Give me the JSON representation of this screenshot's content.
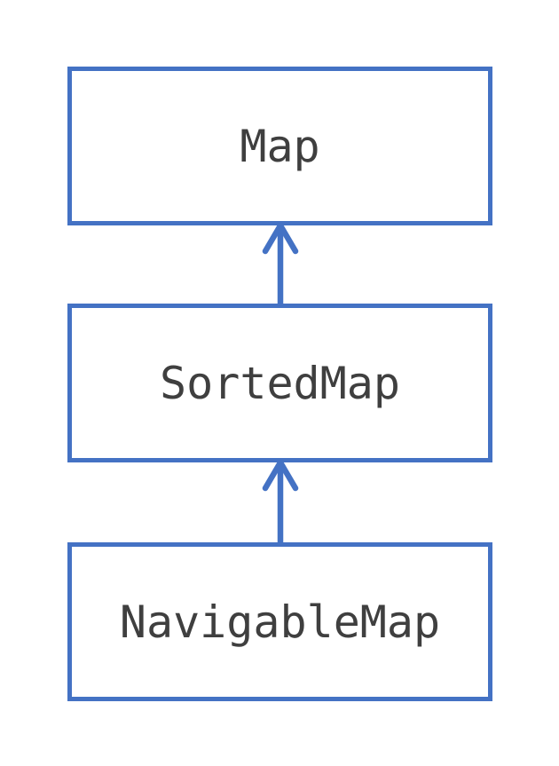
{
  "diagram": {
    "type": "inheritance-hierarchy",
    "nodes": [
      {
        "id": "map",
        "label": "Map"
      },
      {
        "id": "sortedmap",
        "label": "SortedMap"
      },
      {
        "id": "navigablemap",
        "label": "NavigableMap"
      }
    ],
    "edges": [
      {
        "from": "sortedmap",
        "to": "map",
        "style": "open-arrow-up"
      },
      {
        "from": "navigablemap",
        "to": "sortedmap",
        "style": "open-arrow-up"
      }
    ],
    "colors": {
      "accent": "#4472C4",
      "text": "#3F3F3F",
      "background": "#FFFFFF"
    }
  }
}
